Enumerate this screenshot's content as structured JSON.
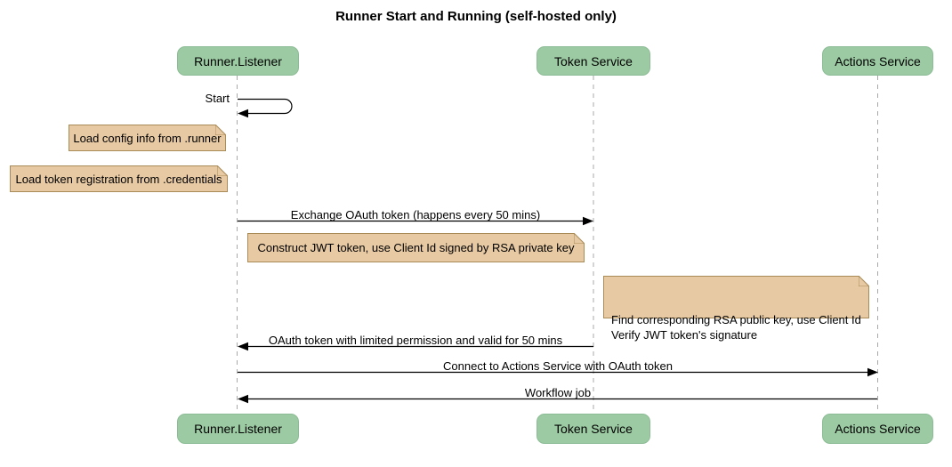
{
  "diagram": {
    "type": "sequence",
    "title": "Runner Start and Running (self-hosted only)"
  },
  "participants": [
    {
      "id": "runner-listener",
      "label": "Runner.Listener"
    },
    {
      "id": "token-service",
      "label": "Token Service"
    },
    {
      "id": "actions-service",
      "label": "Actions Service"
    }
  ],
  "messages": [
    {
      "label": "Start",
      "from": "Runner.Listener",
      "to": "Runner.Listener",
      "kind": "self"
    },
    {
      "label": "Exchange OAuth token (happens every 50 mins)",
      "from": "Runner.Listener",
      "to": "Token Service",
      "kind": "arrow"
    },
    {
      "label": "OAuth token with limited permission and valid for 50 mins",
      "from": "Token Service",
      "to": "Runner.Listener",
      "kind": "arrow"
    },
    {
      "label": "Connect to Actions Service with OAuth token",
      "from": "Runner.Listener",
      "to": "Actions Service",
      "kind": "arrow"
    },
    {
      "label": "Workflow job",
      "from": "Actions Service",
      "to": "Runner.Listener",
      "kind": "arrow"
    }
  ],
  "notes": [
    {
      "text": "Load config info from .runner",
      "position": "left of Runner.Listener"
    },
    {
      "text": "Load token registration from .credentials",
      "position": "left of Runner.Listener"
    },
    {
      "text": "Construct JWT token, use Client Id signed by RSA private key",
      "position": "between Runner.Listener and Token Service"
    },
    {
      "text": "Find corresponding RSA public key, use Client Id\nVerify JWT token's signature",
      "position": "left of Actions Service"
    }
  ],
  "colors": {
    "participant_fill": "#9CCBA3",
    "participant_border": "#8CBC95",
    "note_fill": "#E7C9A3",
    "note_border": "#A98B57",
    "lifeline": "#A9A9A9",
    "arrow": "#000000",
    "background": "#FFFFFF"
  }
}
